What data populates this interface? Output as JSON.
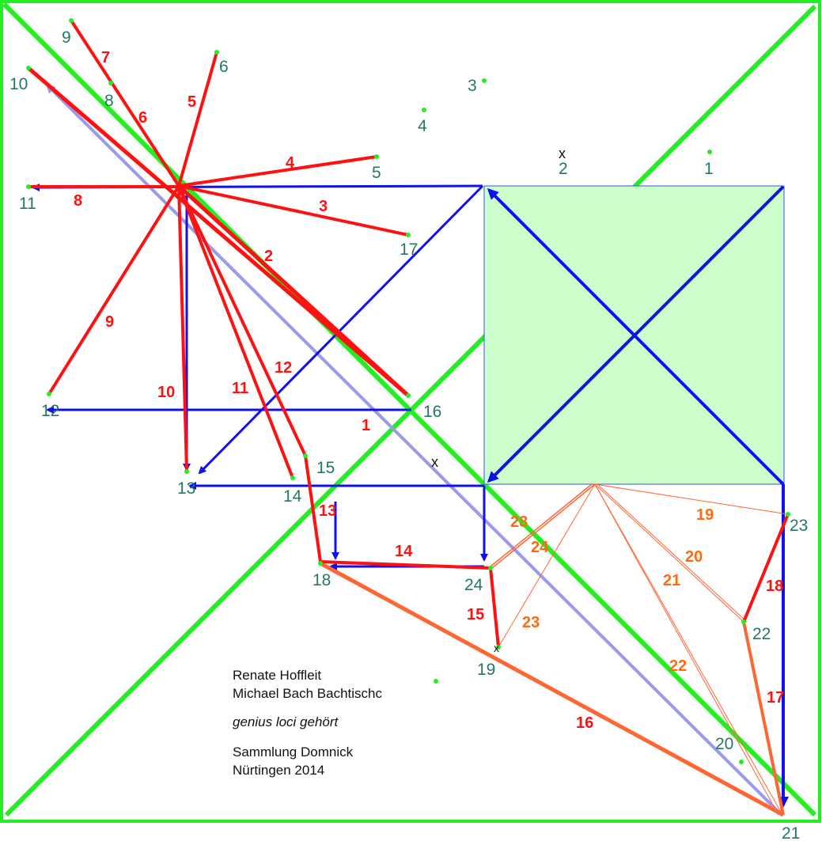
{
  "colors": {
    "frame_green": "#22ee22",
    "red_path": "#ff1111",
    "orange_path": "#ff6633",
    "orange_label": "#ff6a10",
    "blue_arrows": "#1111ee",
    "lavender_arrow": "#9999ee",
    "square_fill": "#ccffcc",
    "square_edge": "#3355ee",
    "point_label": "#227766",
    "point_dot": "#22ee22"
  },
  "points": [
    {
      "id": "p1",
      "label": "1"
    },
    {
      "id": "p2",
      "label": "2"
    },
    {
      "id": "p3",
      "label": "3"
    },
    {
      "id": "p4",
      "label": "4"
    },
    {
      "id": "p5",
      "label": "5"
    },
    {
      "id": "p6",
      "label": "6"
    },
    {
      "id": "p8",
      "label": "8"
    },
    {
      "id": "p9",
      "label": "9"
    },
    {
      "id": "p10",
      "label": "10"
    },
    {
      "id": "p11",
      "label": "11"
    },
    {
      "id": "p12",
      "label": "12"
    },
    {
      "id": "p13",
      "label": "13"
    },
    {
      "id": "p14",
      "label": "14"
    },
    {
      "id": "p15",
      "label": "15"
    },
    {
      "id": "p16",
      "label": "16"
    },
    {
      "id": "p17",
      "label": "17"
    },
    {
      "id": "p18",
      "label": "18"
    },
    {
      "id": "p19",
      "label": "19"
    },
    {
      "id": "p20",
      "label": "20"
    },
    {
      "id": "p21",
      "label": "21"
    },
    {
      "id": "p22",
      "label": "22"
    },
    {
      "id": "p23",
      "label": "23"
    },
    {
      "id": "p24",
      "label": "24"
    }
  ],
  "red_segments": [
    {
      "id": "r1",
      "label": "1"
    },
    {
      "id": "r2",
      "label": "2"
    },
    {
      "id": "r3",
      "label": "3"
    },
    {
      "id": "r4",
      "label": "4"
    },
    {
      "id": "r5",
      "label": "5"
    },
    {
      "id": "r6",
      "label": "6"
    },
    {
      "id": "r7",
      "label": "7"
    },
    {
      "id": "r8",
      "label": "8"
    },
    {
      "id": "r9",
      "label": "9"
    },
    {
      "id": "r10",
      "label": "10"
    },
    {
      "id": "r11",
      "label": "11"
    },
    {
      "id": "r12",
      "label": "12"
    },
    {
      "id": "r13",
      "label": "13"
    },
    {
      "id": "r14",
      "label": "14"
    },
    {
      "id": "r15",
      "label": "15"
    },
    {
      "id": "r16",
      "label": "16"
    },
    {
      "id": "r17",
      "label": "17"
    },
    {
      "id": "r18",
      "label": "18"
    }
  ],
  "orange_segments": [
    {
      "id": "o19",
      "label": "19"
    },
    {
      "id": "o20",
      "label": "20"
    },
    {
      "id": "o21",
      "label": "21"
    },
    {
      "id": "o22",
      "label": "22"
    },
    {
      "id": "o23",
      "label": "23"
    },
    {
      "id": "o24",
      "label": "24"
    },
    {
      "id": "o28",
      "label": "28"
    }
  ],
  "markers": {
    "x_top": "x",
    "x_center": "x",
    "x_19": "x"
  },
  "credits": {
    "line1": "Renate Hoffleit",
    "line2": "Michael Bach Bachtischc",
    "work_title": "genius loci gehört",
    "line4": "Sammlung Domnick",
    "line5": "Nürtingen 2014"
  }
}
